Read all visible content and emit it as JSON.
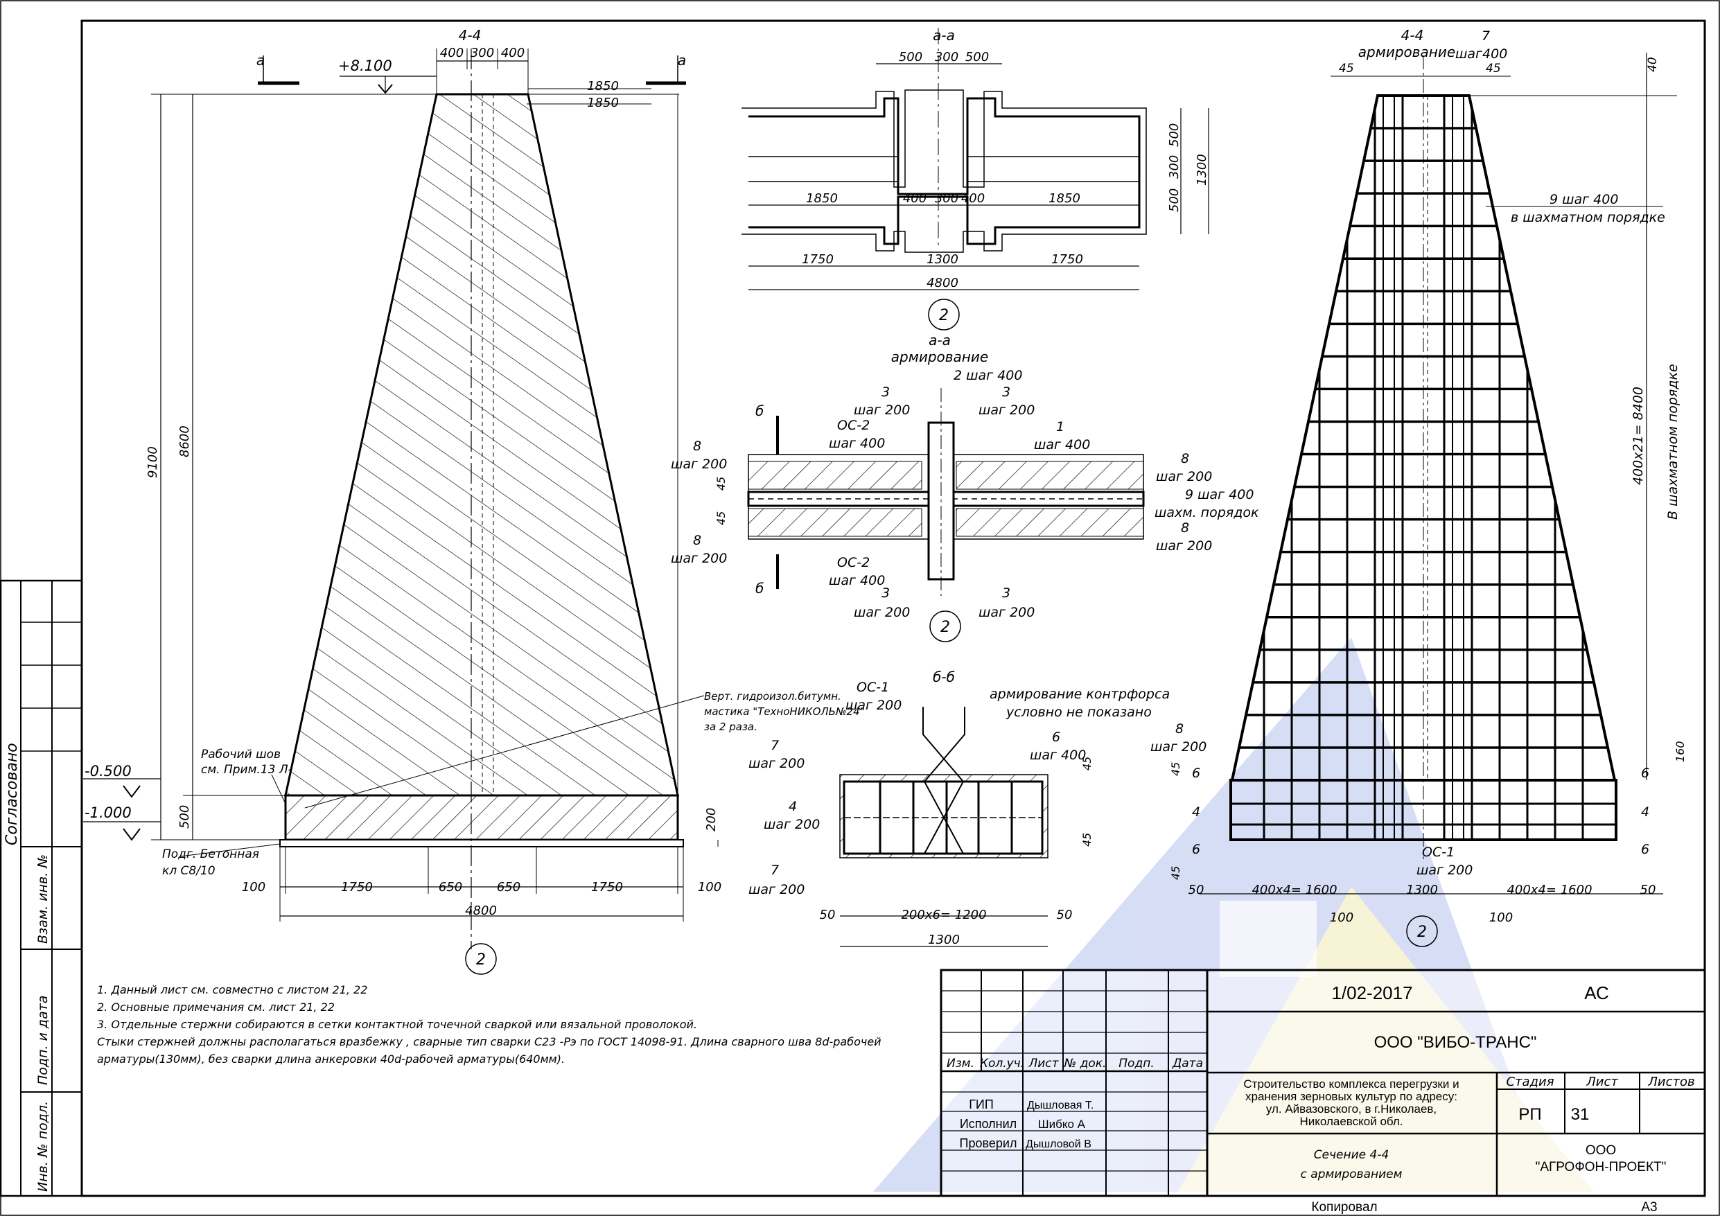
{
  "section_44": {
    "title": "4-4",
    "top_dims": [
      "400",
      "300",
      "400"
    ],
    "elevation_top": "+8.100",
    "elevation_mid": "-0.500",
    "elevation_bot": "-1.000",
    "cut_mark": "а",
    "right_dims": [
      "1850",
      "1850"
    ],
    "left_dims": [
      "9100",
      "8600",
      "500"
    ],
    "bottom_dims": [
      "100",
      "1750",
      "650",
      "650",
      "1750",
      "100"
    ],
    "total_width": "4800",
    "height_200": "200",
    "axis": "2",
    "label_joint": [
      "Рабочий шов",
      "см. Прим.13 Л-"
    ],
    "label_waterproof": [
      "Верт. гидроизол.битумн.",
      "мастика \"ТехноНИКОЛЬ№24\"",
      "за 2 раза."
    ],
    "label_base": [
      "Подг. Бетонная",
      "кл С8/10"
    ]
  },
  "plan_aa": {
    "title": "а-а",
    "top_dims": [
      "500",
      "300",
      "500"
    ],
    "mid_dims": [
      "1850",
      "400",
      "300",
      "400",
      "1850"
    ],
    "bottom_dims": [
      "1750",
      "1300",
      "1750"
    ],
    "total": "4800",
    "right_dims": [
      "500",
      "300",
      "500",
      "1300"
    ],
    "axis": "2"
  },
  "plan_aa_rebar": {
    "title": [
      "а-а",
      "армирование"
    ],
    "labels": [
      {
        "id": "2",
        "text": "2 шаг 400"
      },
      {
        "id": "3tl",
        "text": "3"
      },
      {
        "id": "3tl_s",
        "text": "шаг 200"
      },
      {
        "id": "3tr",
        "text": "3"
      },
      {
        "id": "3tr_s",
        "text": "шаг 200"
      },
      {
        "id": "os2t",
        "text": "ОС-2"
      },
      {
        "id": "os2t_s",
        "text": "шаг 400"
      },
      {
        "id": "1",
        "text": "1"
      },
      {
        "id": "1_s",
        "text": "шаг 400"
      },
      {
        "id": "8l1",
        "text": "8"
      },
      {
        "id": "8l1_s",
        "text": "шаг 200"
      },
      {
        "id": "8r1",
        "text": "8"
      },
      {
        "id": "8r1_s",
        "text": "шаг 200"
      },
      {
        "id": "9",
        "text": "9 шаг 400"
      },
      {
        "id": "9_s",
        "text": "шахм. порядок"
      },
      {
        "id": "8l2",
        "text": "8"
      },
      {
        "id": "8l2_s",
        "text": "шаг 200"
      },
      {
        "id": "8r2",
        "text": "8"
      },
      {
        "id": "8r2_s",
        "text": "шаг 200"
      },
      {
        "id": "os2b",
        "text": "ОС-2"
      },
      {
        "id": "os2b_s",
        "text": "шаг 400"
      },
      {
        "id": "3bl",
        "text": "3"
      },
      {
        "id": "3bl_s",
        "text": "шаг 200"
      },
      {
        "id": "3br",
        "text": "3"
      },
      {
        "id": "3br_s",
        "text": "шаг 200"
      }
    ],
    "cut": "б",
    "dims": [
      "45",
      "45"
    ],
    "axis": "2"
  },
  "section_bb": {
    "title": "б-б",
    "labels": [
      "ОС-1",
      "шаг 200",
      "армирование контрфорса",
      "условно не показано",
      "6",
      "шаг 400",
      "7",
      "шаг 200",
      "4",
      "шаг 200",
      "7",
      "шаг 200"
    ],
    "dims_right": [
      "45",
      "45"
    ],
    "bottom_dims": [
      "50",
      "200х6= 1200",
      "50"
    ],
    "total": "1300"
  },
  "section_44_rebar": {
    "title": [
      "4-4",
      "армирование"
    ],
    "top_labels": [
      "7",
      "шаг400",
      "45",
      "45",
      "40"
    ],
    "label_9": [
      "9 шаг 400",
      "в шахматном порядке"
    ],
    "vertical_dim": "400х21= 8400",
    "vertical_note": "В шахматном порядке",
    "left_labels": [
      "8",
      "шаг 200",
      "45",
      "6",
      "4",
      "6",
      "45"
    ],
    "right_labels": [
      "160",
      "6",
      "4",
      "6"
    ],
    "bottom_dims": [
      "50",
      "400х4= 1600",
      "1300",
      "400х4= 1600",
      "50"
    ],
    "extra_dims": [
      "100",
      "100"
    ],
    "os1": [
      "ОС-1",
      "шаг 200"
    ],
    "axis": "2"
  },
  "notes": [
    "1. Данный лист см. совместно с листом 21, 22",
    "2. Основные примечания см. лист 21, 22",
    "3. Отдельные стержни собираются в сетки контактной точечной сваркой или вязальной проволокой.",
    "Стыки стержней должны располагаться вразбежку , сварные тип сварки С23 -Рэ по ГОСТ 14098-91. Длина сварного шва 8d-рабочей",
    "арматуры(130мм), без сварки длина анкеровки 40d-рабочей арматуры(640мм)."
  ],
  "side_stamp": {
    "agreed": "Согласовано",
    "fields": [
      "Взам. инв. №",
      "Подп. и дата",
      "Инв. № подл."
    ]
  },
  "title_block": {
    "doc_number": "1/02-2017",
    "mark": "АС",
    "company": "ООО \"ВИБО-ТРАНС\"",
    "project": [
      "Строительство комплекса перегрузки и",
      "хранения зерновых культур по адресу:",
      "ул. Айвазовского, в г.Николаев,",
      "Николаевской обл."
    ],
    "headers": [
      "Изм.",
      "Кол.уч.",
      "Лист",
      "№ док.",
      "Подп.",
      "Дата"
    ],
    "roles": [
      {
        "role": "ГИП",
        "name": "Дышловая Т."
      },
      {
        "role": "Исполнил",
        "name": "Шибко А"
      },
      {
        "role": "Проверил",
        "name": "Дышловой В"
      }
    ],
    "stage_header": [
      "Стадия",
      "Лист",
      "Листов"
    ],
    "stage": "РП",
    "sheet": "31",
    "sheets": "",
    "drawing_title": [
      "Сечение 4-4",
      "с армированием"
    ],
    "org": [
      "ООО",
      "\"АГРОФОН-ПРОЕКТ\""
    ],
    "copied": "Копировал",
    "format": "А3"
  },
  "colors": {
    "ink": "#000000",
    "watermark_blue": "#c9d3f2",
    "watermark_yellow": "#f5f0c8"
  }
}
